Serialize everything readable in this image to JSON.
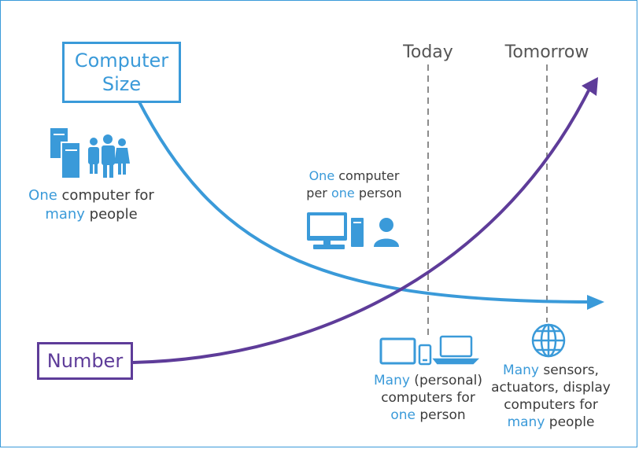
{
  "colors": {
    "size_curve": "#3a9ad9",
    "number_curve": "#5e3c99",
    "text": "#3b3b3b",
    "highlight": "#3a9ad9"
  },
  "boxes": {
    "size": [
      "Computer",
      "Size"
    ],
    "number": "Number"
  },
  "time_markers": {
    "today": "Today",
    "tomorrow": "Tomorrow"
  },
  "captions": {
    "mainframe": {
      "w1": "One",
      "w2": " computer for",
      "w3": "many",
      "w4": " people"
    },
    "pc": {
      "w1": "One",
      "w2": " computer",
      "w3": "per ",
      "w4": "one",
      "w5": " person"
    },
    "personal": {
      "w1": "Many",
      "w2": " (personal)",
      "w3": "computers for",
      "w4": "one",
      "w5": " person"
    },
    "iot": {
      "w1": "Many",
      "w2": " sensors,",
      "w3": "actuators, display",
      "w4": "computers for",
      "w5": "many",
      "w6": " people"
    }
  },
  "icons": [
    "servers-icon",
    "people-group-icon",
    "desktop-computer-icon",
    "person-icon",
    "tablet-icon",
    "phone-icon",
    "laptop-icon",
    "globe-icon"
  ]
}
